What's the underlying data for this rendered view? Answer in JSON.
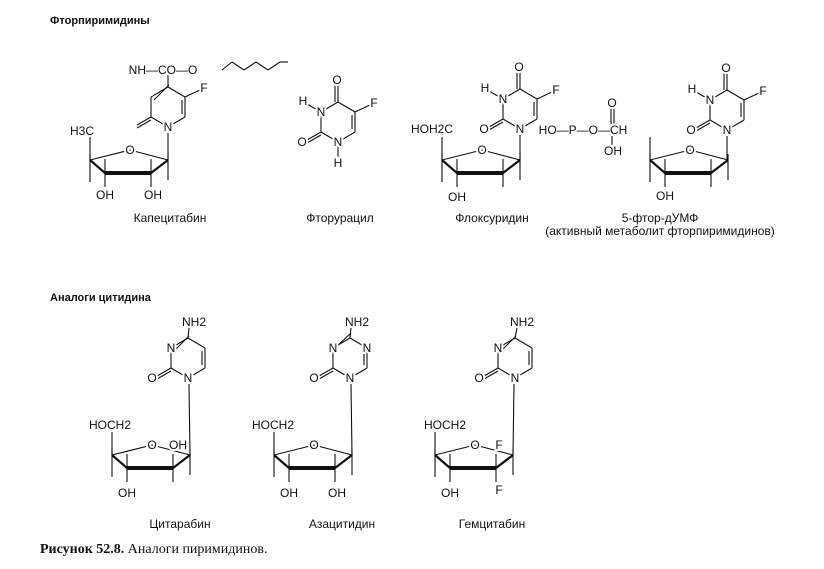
{
  "sections": {
    "fluoropyrimidines": "Фторпиримидины",
    "cytidine_analogs": "Аналоги цитидина"
  },
  "caption": {
    "label": "Рисунок 52.8.",
    "text": " Аналоги пиримидинов."
  },
  "molecules": {
    "capecitabine": {
      "name": "Капецитабин",
      "side": "NH—CO—O",
      "N": "N",
      "O": "O",
      "F": "F",
      "N1": "N",
      "ring_O": "O",
      "methyl": "H3C",
      "OH3": "OH",
      "OH2": "OH"
    },
    "fluorouracil": {
      "name": "Фторурацил",
      "O4": "O",
      "H3": "H",
      "N3": "N",
      "F": "F",
      "O2": "O",
      "N1": "N",
      "H1": "H"
    },
    "floxuridine": {
      "name": "Флоксуридин",
      "O4": "O",
      "H3": "H",
      "N3": "N",
      "F": "F",
      "O2": "O",
      "N1": "N",
      "hydroxymethyl": "HOH2C",
      "ring_O": "O",
      "OH3": "OH"
    },
    "fdump": {
      "name": "5-фтор-дУМФ",
      "subtitle": "(активный метаболит фторпиримидинов)",
      "O4": "O",
      "H3": "H",
      "N3": "N",
      "F": "F",
      "O2": "O",
      "N1": "N",
      "phosphate": "HO—P—O—CH",
      "P_O": "O",
      "P_OH": "OH",
      "ring_O": "O",
      "OH3": "OH"
    },
    "cytarabine": {
      "name": "Цитарабин",
      "NH2": "NH2",
      "N3": "N",
      "O2": "O",
      "N1": "N",
      "hydroxymethyl": "HOCH2",
      "ring_O": "O",
      "OH2_up": "OH",
      "OH3": "OH"
    },
    "azacitidine": {
      "name": "Азацитидин",
      "NH2": "NH2",
      "N3": "N",
      "N5": "N",
      "O2": "O",
      "N1": "N",
      "hydroxymethyl": "HOCH2",
      "ring_O": "O",
      "OH3": "OH",
      "OH2": "OH"
    },
    "gemcitabine": {
      "name": "Гемцитабин",
      "NH2": "NH2",
      "N3": "N",
      "O2": "O",
      "N1": "N",
      "hydroxymethyl": "HOCH2",
      "ring_O": "O",
      "F_up": "F",
      "F_down": "F",
      "OH3": "OH"
    }
  }
}
